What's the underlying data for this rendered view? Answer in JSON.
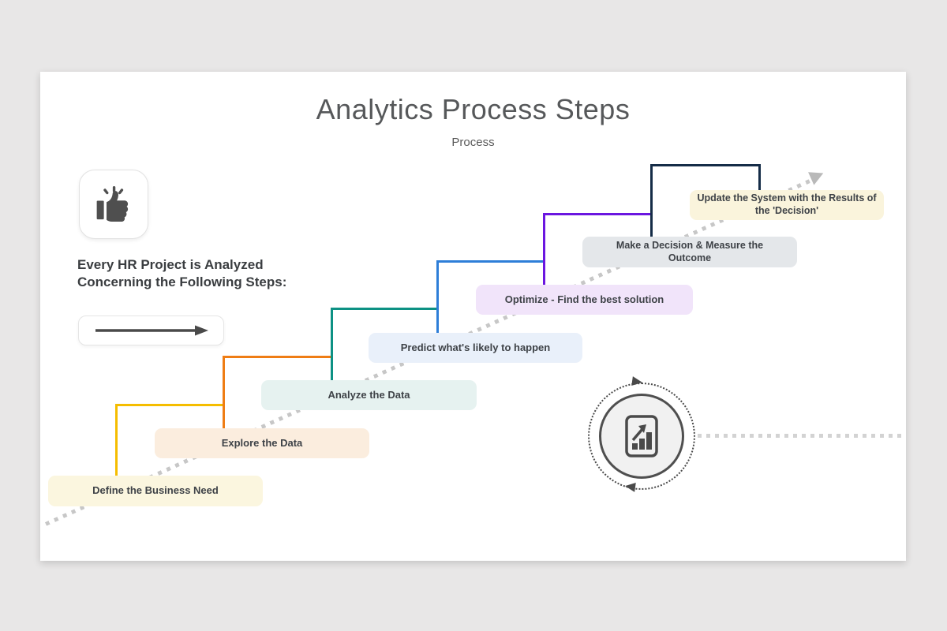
{
  "header": {
    "title": "Analytics Process Steps",
    "subtitle": "Process"
  },
  "intro": {
    "heading": "Every HR Project is Analyzed Concerning the Following Steps:"
  },
  "steps": [
    {
      "label": "Define the Business Need",
      "line_color": "#F5BD00",
      "fill": "#FBF6DF"
    },
    {
      "label": "Explore the Data",
      "line_color": "#EF7D14",
      "fill": "#FBEDDE"
    },
    {
      "label": "Analyze the Data",
      "line_color": "#0D9184",
      "fill": "#E6F2F0"
    },
    {
      "label": "Predict what's likely to happen",
      "line_color": "#2E7ED8",
      "fill": "#E9F0FA"
    },
    {
      "label": "Optimize - Find the best solution",
      "line_color": "#6B16E0",
      "fill": "#F1E4FA"
    },
    {
      "label": "Make a Decision & Measure the Outcome",
      "line_color": "#152C47",
      "fill": "#E4E7EA"
    },
    {
      "label": "Update the System with the Results of the 'Decision'",
      "line_color": "#152C47",
      "fill": "#FAF4DC"
    }
  ],
  "icons": {
    "thumbs_up": "thumbs-up",
    "forward_arrow": "right-arrow",
    "trend_arrow": "diagonal-dotted-trend-arrow",
    "cycle": "refresh-cycle",
    "chart_document": "chart-document"
  },
  "colors": {
    "page_background": "#e8e7e7",
    "card_background": "#ffffff",
    "title_text": "#56585a",
    "body_text": "#3a3d40",
    "label_text": "#3e4247",
    "dotted_line": "#c7c7c7",
    "icon_gray": "#4a4a4a"
  }
}
